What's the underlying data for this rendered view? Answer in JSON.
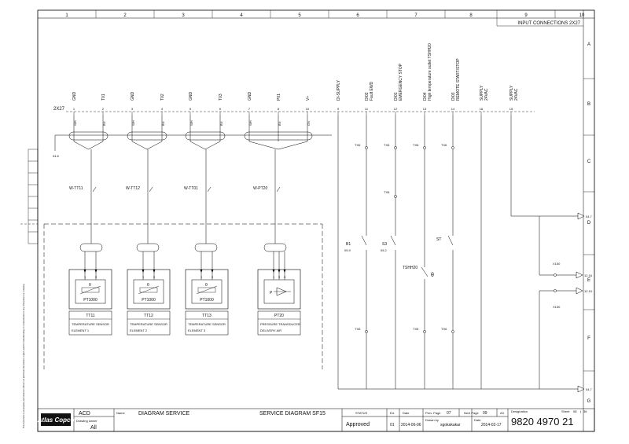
{
  "sheet_title": "INPUT CONNECTIONS 2X27",
  "column_numbers": [
    "1",
    "2",
    "3",
    "4",
    "5",
    "6",
    "7",
    "8",
    "9",
    "10"
  ],
  "row_letters": [
    "A",
    "B",
    "C",
    "D",
    "E",
    "F",
    "G"
  ],
  "terminal_block": "2X27",
  "terminals": [
    {
      "num": "1",
      "label": "GND"
    },
    {
      "num": "2",
      "label": "T01"
    },
    {
      "num": "3",
      "label": "GND"
    },
    {
      "num": "4",
      "label": "T02"
    },
    {
      "num": "5",
      "label": "GND"
    },
    {
      "num": "6",
      "label": "T03"
    },
    {
      "num": "7",
      "label": "GND"
    },
    {
      "num": "8",
      "label": "P01"
    },
    {
      "num": "10",
      "label": "V+"
    },
    {
      "num": "9",
      "label": "DI-SUPPLY"
    },
    {
      "num": "11",
      "label": "DI02 Fault EWD"
    },
    {
      "num": "12",
      "label": "DI01 EMERGENCY STOP"
    },
    {
      "num": "13",
      "label": "DI04 High temperature outlet TSHH20"
    },
    {
      "num": "14",
      "label": "DI03 REMOTE START/STOP"
    },
    {
      "num": "16",
      "label": "SUPPLY 24VAC"
    },
    {
      "num": "15",
      "label": "SUPPLY 24VAC"
    }
  ],
  "wire_colors": {
    "wh": "WH",
    "bn": "BN",
    "gn": "GN"
  },
  "cables": [
    "W-TT11",
    "W-TT12",
    "W-TT01",
    "W-PT20"
  ],
  "sensors": [
    {
      "tag": "TT11",
      "type": "PT1000",
      "desc1": "TEMPERATURE SENSOR",
      "desc2": "ELEMENT 1"
    },
    {
      "tag": "TT12",
      "type": "PT1000",
      "desc1": "TEMPERATURE SENSOR",
      "desc2": "ELEMENT 2"
    },
    {
      "tag": "TT13",
      "type": "PT1000",
      "desc1": "TEMPERATURE SENSOR",
      "desc2": "ELEMENT 3"
    },
    {
      "tag": "PT20",
      "type": "P",
      "desc1": "PRESSURE TRANSDUCER",
      "desc2": "DELIVERY AIR"
    }
  ],
  "switches": {
    "b1": "B1",
    "b1_ref": "05.9",
    "s3": "S3",
    "s3_ref": "05.2",
    "tshh": "TSHH20",
    "st": "ST"
  },
  "connector_tx6": "TX6",
  "xrefs": {
    "top": "04.7",
    "bottom": "04.7",
    "x1": "12.16",
    "x2": "12.10"
  },
  "x150": "X150",
  "ground_ref": "04.8",
  "title_block": {
    "company": "Atlas Copco",
    "dept": "ACD",
    "owner_label": "Drawing owner",
    "owner": "All",
    "name_label": "Name",
    "name": "DIAGRAM SERVICE",
    "title": "SERVICE DIAGRAM SF15",
    "status_label": "STATUS",
    "status": "Approved",
    "ed_label": "Ed.",
    "ed": "01",
    "date_label": "Date",
    "date": "2014-06-06",
    "prev_label": "Prev. Page",
    "prev": "07",
    "next_label": "Next Page",
    "next": "09",
    "format": "A3",
    "drawn_label": "Drawn by",
    "drawn": "sgokakakar",
    "date2": "2014-02-17",
    "designation_label": "Designation",
    "designation": "9820 4970 21",
    "sheet_label": "Sheet",
    "sheet": "08",
    "sheets": "36"
  },
  "copyright_note": "This document is our property and shall not without our permission be altered, copied, used for manufacturing or communicated to any other person or company."
}
